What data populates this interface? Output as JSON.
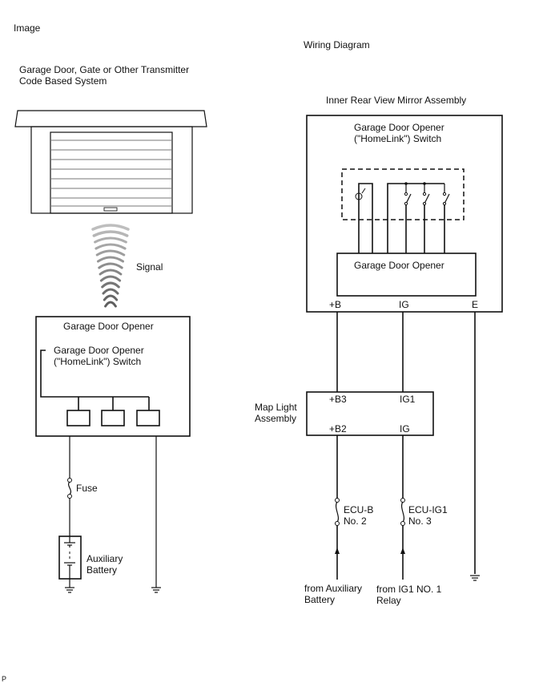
{
  "header": {
    "image_label": "Image",
    "wiring_title": "Wiring Diagram"
  },
  "left": {
    "system_title_line1": "Garage Door, Gate or Other Transmitter",
    "system_title_line2": "Code Based System",
    "signal_label": "Signal",
    "opener_box_title": "Garage Door Opener",
    "switch_label_line1": "Garage Door Opener",
    "switch_label_line2": "(\"HomeLink\") Switch",
    "switch_buttons": 3,
    "fuse_label": "Fuse",
    "battery_label_line1": "Auxiliary",
    "battery_label_line2": "Battery"
  },
  "right": {
    "mirror_title": "Inner Rear View Mirror Assembly",
    "switch_label_line1": "Garage Door Opener",
    "switch_label_line2": "(\"HomeLink\") Switch",
    "opener_label": "Garage Door Opener",
    "terminals": {
      "b": "+B",
      "ig": "IG",
      "e": "E"
    },
    "map_light_line1": "Map Light",
    "map_light_line2": "Assembly",
    "map_terminals": {
      "b3": "+B3",
      "ig1": "IG1",
      "b2": "+B2",
      "ig": "IG"
    },
    "fuse1_line1": "ECU-B",
    "fuse1_line2": "No. 2",
    "fuse2_line1": "ECU-IG1",
    "fuse2_line2": "No. 3",
    "source1_line1": "from Auxiliary",
    "source1_line2": "Battery",
    "source2_line1": "from IG1 NO. 1",
    "source2_line2": "Relay"
  },
  "footer": {
    "page_marker": "P"
  }
}
